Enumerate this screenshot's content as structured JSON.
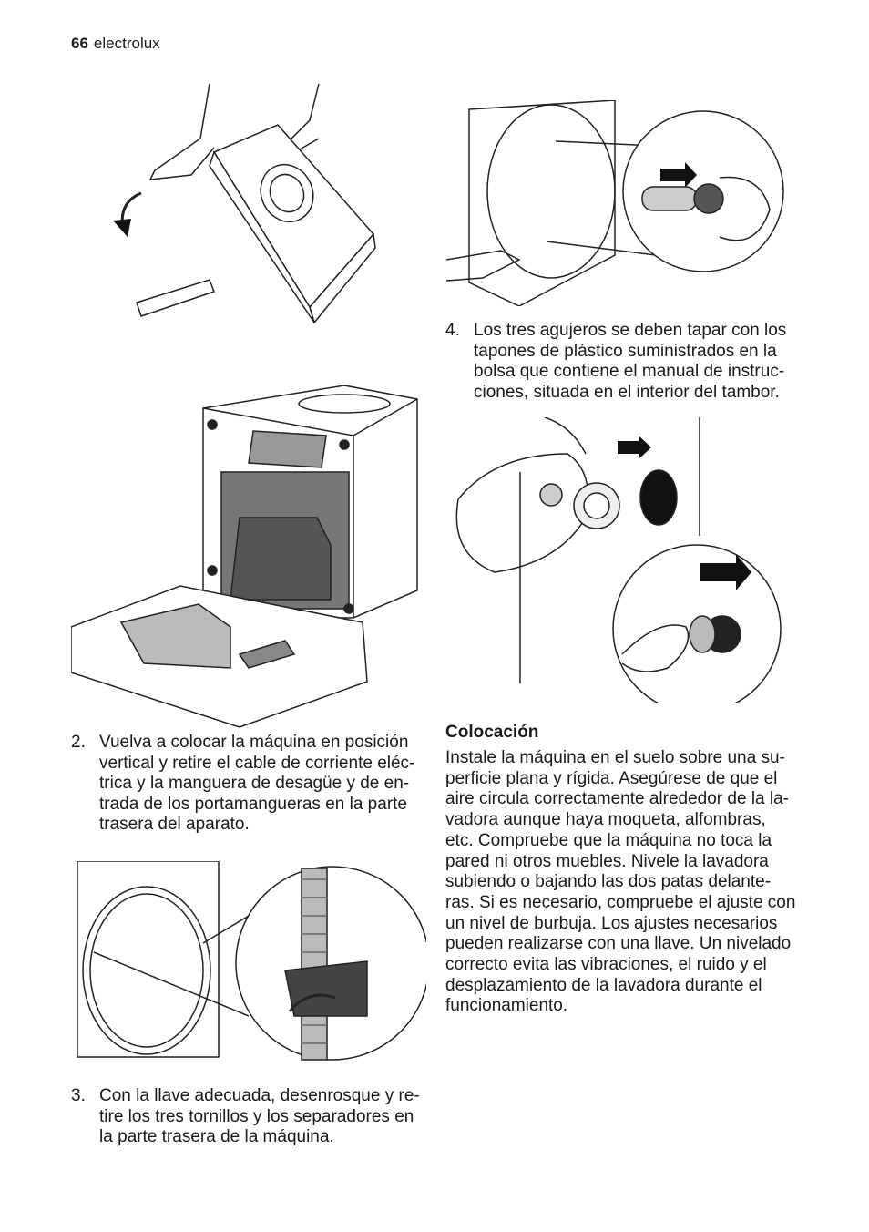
{
  "header": {
    "page_number": "66",
    "brand": "electrolux"
  },
  "steps": [
    {
      "number": "2.",
      "text": "Vuelva a colocar la máquina en posición\nvertical y retire el cable de corriente eléc-\ntrica y la manguera de desagüe y de en-\ntrada de los portamangueras en la parte\ntrasera del aparato."
    },
    {
      "number": "3.",
      "text": "Con la llave adecuada, desenrosque y re-\ntire los tres tornillos y los separadores en\nla parte trasera de la máquina."
    },
    {
      "number": "4.",
      "text": "Los tres agujeros se deben tapar con los\ntapones de plástico suministrados en la\nbolsa que contiene el manual de instruc-\nciones, situada en el interior del tambor."
    }
  ],
  "section": {
    "heading": "Colocación",
    "body": "Instale la máquina en el suelo sobre una su-\nperficie plana y rígida. Asegúrese de que el\naire circula correctamente alrededor de la la-\nvadora aunque haya moqueta, alfombras,\netc. Compruebe que la máquina no toca la\npared ni otros muebles. Nivele la lavadora\nsubiendo o bajando las dos patas delante-\nras. Si es necesario, compruebe el ajuste con\nun nivel de burbuja. Los ajustes necesarios\npueden realizarse con una llave. Un nivelado\ncorrecto evita las vibraciones, el ruido y el\ndesplazamiento de la lavadora durante el\nfuncionamiento."
  }
}
